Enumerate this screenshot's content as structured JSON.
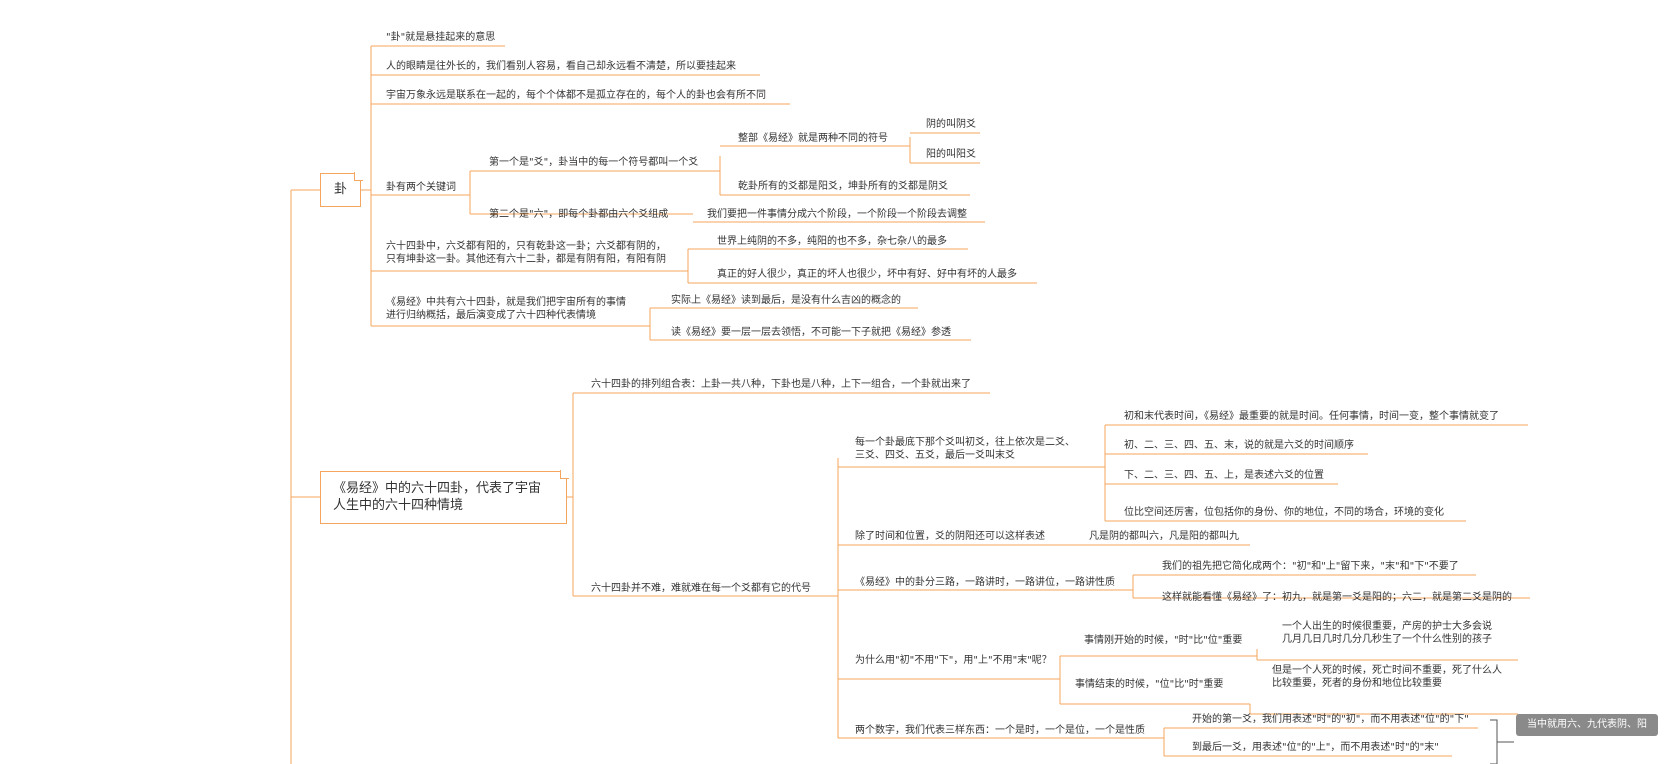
{
  "nodes": {
    "root_gua": "卦",
    "gua_meaning": "\"卦\"就是悬挂起来的意思",
    "gua_eyes": "人的眼睛是往外长的，我们看别人容易，看自己却永远看不清楚，所以要挂起来",
    "gua_universe": "宇宙万象永远是联系在一起的，每个个体都不是孤立存在的，每个人的卦也会有所不同",
    "gua_keywords": "卦有两个关键词",
    "kw_yao": "第一个是\"爻\"，卦当中的每一个符号都叫一个爻",
    "yijing_two_symbols": "整部《易经》就是两种不同的符号",
    "yin_yao": "阴的叫阴爻",
    "yang_yao": "阳的叫阳爻",
    "qian_kun": "乾卦所有的爻都是阳爻，坤卦所有的爻都是阴爻",
    "kw_liu": "第二个是\"六\"，即每个卦都由六个爻组成",
    "six_stages": "我们要把一件事情分成六个阶段，一个阶段一个阶段去调整",
    "sixty_four_line1": "六十四卦中，六爻都有阳的，只有乾卦这一卦；六爻都有阴的，",
    "sixty_four_line2": "只有坤卦这一卦。其他还有六十二卦，都是有阴有阳，有阳有阴",
    "pure_yin_yang": "世界上纯阴的不多，纯阳的也不多，杂七杂八的最多",
    "good_bad": "真正的好人很少，真正的坏人也很少，坏中有好、好中有坏的人最多",
    "yijing_summary_line1": "《易经》中共有六十四卦，就是我们把宇宙所有的事情",
    "yijing_summary_line2": "进行归纳概括，最后演变成了六十四种代表情境",
    "no_luck_concept": "实际上《易经》读到最后，是没有什么吉凶的概念的",
    "read_layer": "读《易经》要一层一层去领悟，不可能一下子就把《易经》参透",
    "root2_line1": "《易经》中的六十四卦，代表了宇宙",
    "root2_line2": "人生中的六十四种情境",
    "combination_table": "六十四卦的排列组合表：上卦一共八种，下卦也是八种，上下一组合，一个卦就出来了",
    "not_hard": "六十四卦并不难，难就难在每一个爻都有它的代号",
    "bottom_yao_line1": "每一个卦最底下那个爻叫初爻，往上依次是二爻、",
    "bottom_yao_line2": "三爻、四爻、五爻，最后一爻叫末爻",
    "chu_mo_time": "初和末代表时间，《易经》最重要的就是时间。任何事情，时间一变，整个事情就变了",
    "time_order": "初、二、三、四、五、末，说的就是六爻的时间顺序",
    "position": "下、二、三、四、五、上，是表述六爻的位置",
    "position_power": "位比空间还厉害，位包括你的身份、你的地位，不同的场合，环境的变化",
    "yinyang_expr": "除了时间和位置，爻的阴阳还可以这样表述",
    "six_nine": "凡是阴的都叫六，凡是阳的都叫九",
    "three_ways": "《易经》中的卦分三路，一路讲时，一路讲位，一路讲性质",
    "ancestors_simplify": "我们的祖先把它简化成两个：\"初\"和\"上\"留下来，\"末\"和\"下\"不要了",
    "read_yijing": "这样就能看懂《易经》了：初九，就是第一爻是阳的；六二，就是第二爻是阴的",
    "why_chu": "为什么用\"初\"不用\"下\"，用\"上\"不用\"末\"呢？",
    "beginning": "事情刚开始的时候，\"时\"比\"位\"重要",
    "birth_line1": "一个人出生的时候很重要，产房的护士大多会说",
    "birth_line2": "几月几日几时几分几秒生了一个什么性别的孩子",
    "ending": "事情结束的时候，\"位\"比\"时\"重要",
    "death_line1": "但是一个人死的时候，死亡时间不重要，死了什么人",
    "death_line2": "比较重要，死者的身份和地位比较重要",
    "two_numbers": "两个数字，我们代表三样东西：一个是时，一个是位，一个是性质",
    "first_yao": "开始的第一爻，我们用表述\"时\"的\"初\"，而不用表述\"位\"的\"下\"",
    "last_yao": "到最后一爻，用表述\"位\"的\"上\"，而不用表述\"时\"的\"末\"",
    "callout": "当中就用六、九代表阴、阳"
  },
  "colors": {
    "line": "#f4a65e",
    "text": "#333333",
    "callout_bg": "#8a8a8a",
    "callout_text": "#ffffff",
    "bracket": "#555555"
  }
}
